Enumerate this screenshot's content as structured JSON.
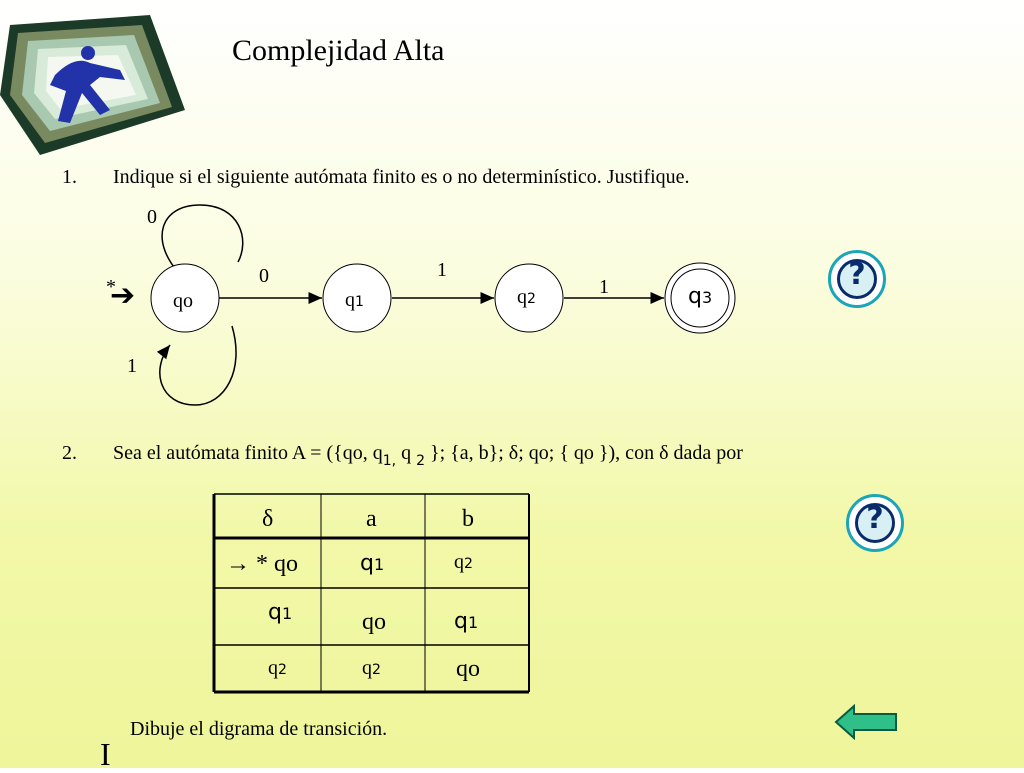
{
  "slide": {
    "title": "Complejidad Alta",
    "cursor_glyph": "I"
  },
  "question1": {
    "number": "1.",
    "text": "Indique si el siguiente autómata finito es o no determinístico.  Justifique."
  },
  "automaton": {
    "start_marker": "*",
    "start_arrow_glyph": "➔",
    "states": [
      "qo",
      "q1",
      "q2",
      "q3"
    ],
    "accepting_state": "q3",
    "labels": {
      "loop_top": "0",
      "loop_bottom": "1",
      "qo_q1": "0",
      "q1_q2": "1",
      "q2_q3": "1"
    }
  },
  "question2": {
    "number": "2.",
    "text_before": "Sea el autómata finito A = ({qo, q",
    "sub1": "1,",
    "text_mid": " q ",
    "sub2": "2",
    "text_after": " }; {a, b}; δ; qo; { qo }),  con δ dada por"
  },
  "table": {
    "headers": [
      "δ",
      "a",
      "b"
    ],
    "rows": [
      {
        "state": "→ * qo",
        "a": "q1",
        "b": "q2"
      },
      {
        "state": "q1",
        "a": "qo",
        "b": "q1"
      },
      {
        "state": "q2",
        "a": "q2",
        "b": "qo"
      }
    ]
  },
  "instruction": "Dibuje el digrama de transición.",
  "colors": {
    "help_outer": "#1aa5b8",
    "help_inner": "#0a2b6b",
    "back_arrow": "#2fc08a",
    "figure_blue": "#2233aa"
  },
  "icons": {
    "help_1": "help-question-icon",
    "help_2": "help-question-icon",
    "back": "back-arrow-icon",
    "clipart": "running-figure-clipart"
  }
}
